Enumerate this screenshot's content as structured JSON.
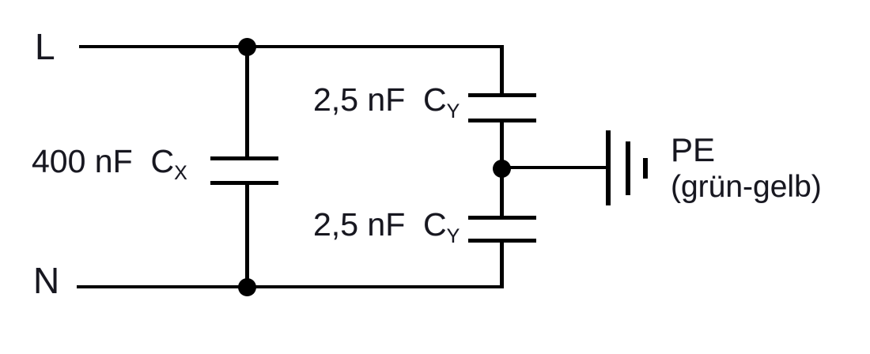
{
  "diagram_type": "circuit-schematic",
  "colors": {
    "background": "#ffffff",
    "line": "#000000",
    "text": "#17171f"
  },
  "terminals": {
    "line": "L",
    "neutral": "N"
  },
  "earth": {
    "label": "PE",
    "sublabel": "(grün-gelb)"
  },
  "components": [
    {
      "id": "cx",
      "type": "capacitor",
      "value": "400 nF",
      "symbol": "C",
      "subscript": "X"
    },
    {
      "id": "cy-top",
      "type": "capacitor",
      "value": "2,5 nF",
      "symbol": "C",
      "subscript": "Y"
    },
    {
      "id": "cy-bottom",
      "type": "capacitor",
      "value": "2,5 nF",
      "symbol": "C",
      "subscript": "Y"
    }
  ]
}
